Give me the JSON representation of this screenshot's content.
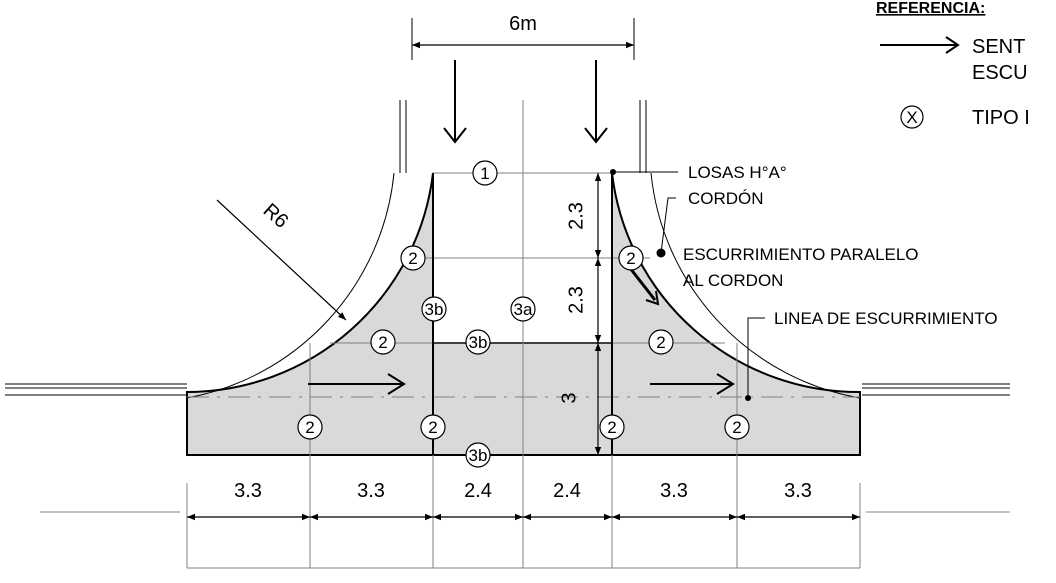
{
  "diagram": {
    "top_dimension": "6m",
    "radius_label": "R6",
    "vertical_dims": [
      "2.3",
      "2.3",
      "3"
    ],
    "horizontal_dims": [
      "3.3",
      "3.3",
      "2.4",
      "2.4",
      "3.3",
      "3.3"
    ],
    "slab_types": {
      "t1": "1",
      "t2": "2",
      "t3a": "3a",
      "t3b": "3b"
    },
    "callouts": {
      "slabs": "LOSAS H°A°",
      "curb": "CORDÓN",
      "parallel_flow_1": "ESCURRIMIENTO PARALELO",
      "parallel_flow_2": "AL CORDON",
      "flow_line": "LINEA DE ESCURRIMIENTO"
    },
    "legend": {
      "title": "REFERENCIA:",
      "arrow_text_1": "SENT",
      "arrow_text_2": "ESCU",
      "symbol": "X",
      "symbol_text": "TIPO I"
    },
    "colors": {
      "slab_fill": "#d9d9d9",
      "line": "#000000",
      "grid": "#808080"
    }
  }
}
